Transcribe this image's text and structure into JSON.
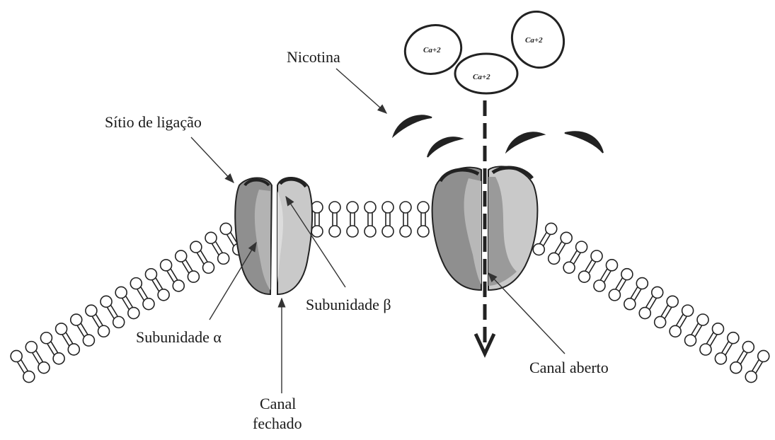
{
  "labels": {
    "nicotina": "Nicotina",
    "sitio": "Sítio de ligação",
    "sub_beta": "Subunidade β",
    "sub_alpha": "Subunidade α",
    "canal_fechado_1": "Canal",
    "canal_fechado_2": "fechado",
    "canal_aberto": "Canal aberto"
  },
  "ions": [
    "Ca+2",
    "Ca+2",
    "Ca+2"
  ],
  "colors": {
    "outline": "#222222",
    "subunit_dark": "#8f8f8f",
    "subunit_light": "#c9c9c9",
    "head": "#ffffff"
  }
}
